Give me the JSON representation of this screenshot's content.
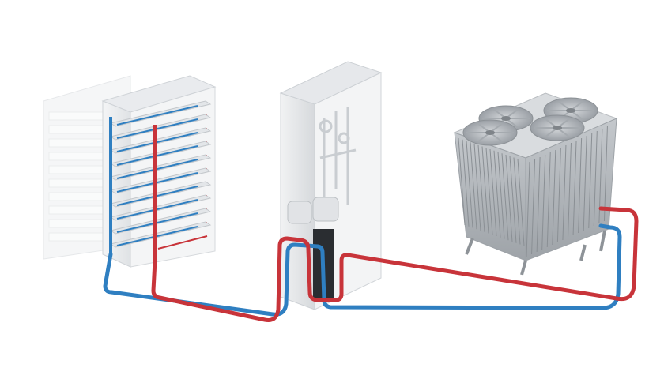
{
  "scene": {
    "subject": "liquid-cooling-system",
    "background_color": "#ffffff",
    "colors": {
      "hot_loop": "#c8343a",
      "cold_loop": "#2f7fc1",
      "equipment_frame": "#e8eaec",
      "equipment_shadow": "#c9ccd0",
      "cdu_pump": "#2a2d31",
      "fan": "#b9bdc2"
    },
    "components": {
      "server_rack": {
        "icon": "server-rack-icon",
        "shelf_count": 10
      },
      "cooling_distribution_unit": {
        "icon": "cdu-cabinet-icon"
      },
      "dry_cooler": {
        "icon": "dry-cooler-icon",
        "fan_count": 4
      }
    }
  }
}
